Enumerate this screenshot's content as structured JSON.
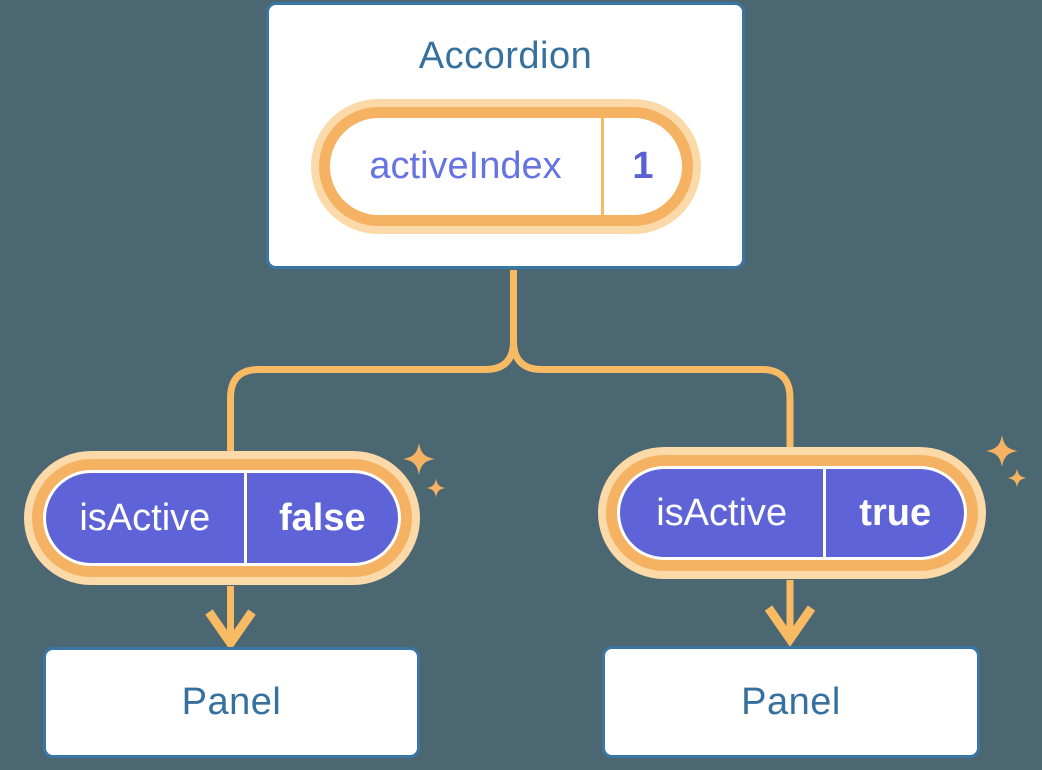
{
  "colors": {
    "background": "#4B6771",
    "blue_border": "#3A76A4",
    "blue_text": "#35709E",
    "orange_ring": "#F5B263",
    "orange_line": "#F8BB63",
    "orange_glow": "#FBD9A8",
    "purple_fill": "#5E64D7",
    "purple_text": "#6673E3",
    "indigo_value": "#5A61D2"
  },
  "icons": {
    "sparkle": "four-point-star"
  },
  "diagram": {
    "root_component": {
      "title": "Accordion",
      "state_pill": {
        "name": "activeIndex",
        "value": "1"
      }
    },
    "children": [
      {
        "prop_pill": {
          "name": "isActive",
          "value": "false"
        },
        "component": {
          "title": "Panel"
        }
      },
      {
        "prop_pill": {
          "name": "isActive",
          "value": "true"
        },
        "component": {
          "title": "Panel"
        }
      }
    ]
  }
}
